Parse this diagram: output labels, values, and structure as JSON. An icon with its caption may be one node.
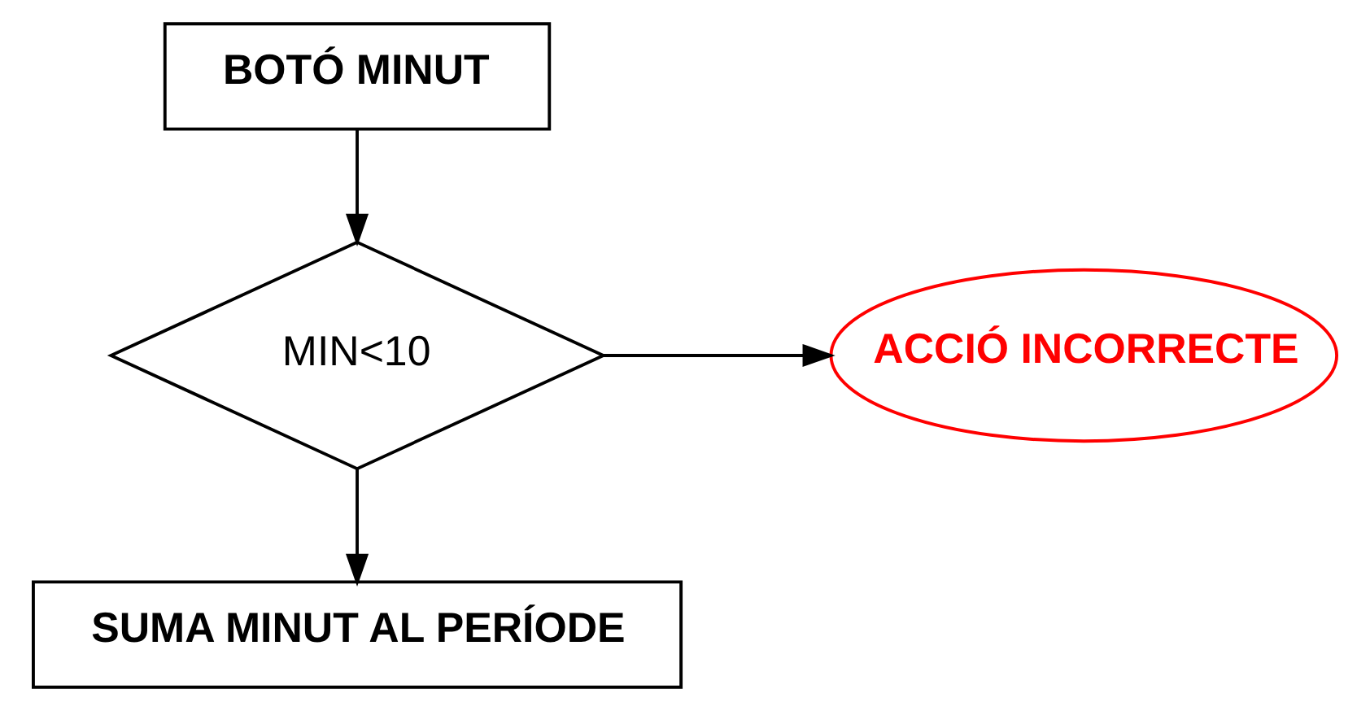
{
  "diagram": {
    "nodes": [
      {
        "text": [
          "BOTÓ MINUT"
        ]
      },
      {
        "text": [
          "MIN<10"
        ]
      },
      {
        "text": [
          "ACCIÓ INCORRECTE"
        ]
      },
      {
        "text": [
          "SUMA MINUT AL PERÍODE"
        ]
      }
    ],
    "edges": [
      {
        "from": 0,
        "to": 1,
        "arrow": "to"
      },
      {
        "from": 1,
        "to": 2,
        "arrow": "to"
      },
      {
        "from": 1,
        "to": 3,
        "arrow": "to"
      }
    ]
  }
}
